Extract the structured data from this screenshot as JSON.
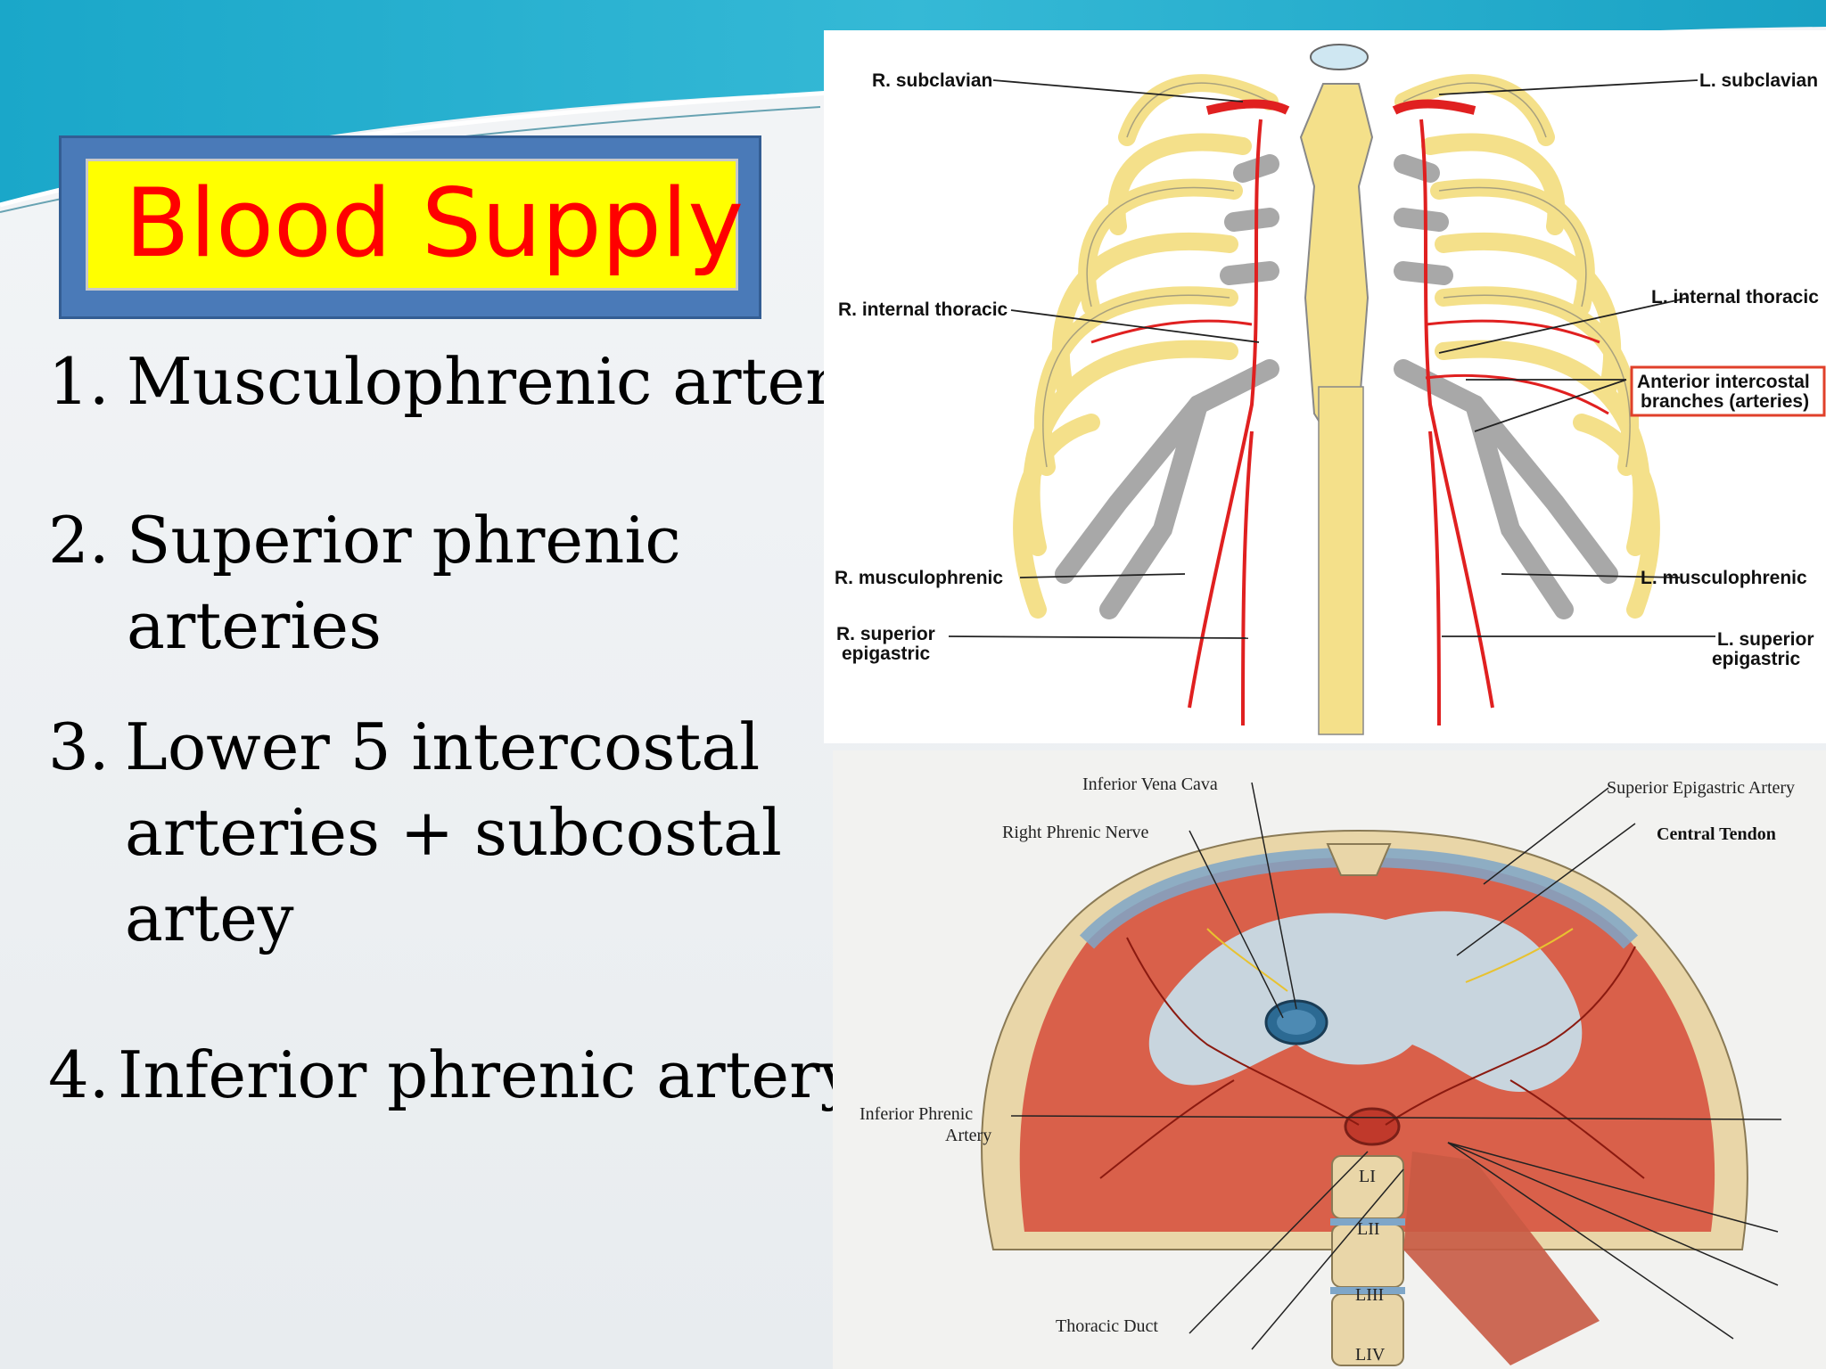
{
  "title": "Blood Supply",
  "list": [
    {
      "num": "1.",
      "lines": [
        "Musculophrenic artery"
      ]
    },
    {
      "num": "2.",
      "lines": [
        "Superior phrenic",
        "arteries"
      ]
    },
    {
      "num": "3.",
      "lines": [
        "Lower 5 intercostal",
        "arteries + subcostal",
        "artey"
      ]
    },
    {
      "num": "4.",
      "lines": [
        "Inferior phrenic artery"
      ]
    }
  ],
  "rib_cage": {
    "labels": {
      "r_subclavian": "R. subclavian",
      "l_subclavian": "L. subclavian",
      "r_internal_thoracic": "R. internal thoracic",
      "l_internal_thoracic": "L. internal thoracic",
      "anterior_intercostal_1": "Anterior intercostal",
      "anterior_intercostal_2": "branches (arteries)",
      "r_musculophrenic": "R. musculophrenic",
      "l_musculophrenic": "L. musculophrenic",
      "r_superior_1": "R. superior",
      "r_superior_2": "epigastric",
      "l_superior_1": "L. superior",
      "l_superior_2": "epigastric"
    }
  },
  "diaphragm": {
    "labels": {
      "ivc": "Inferior Vena Cava",
      "superior_epigastric": "Superior Epigastric Artery",
      "right_phrenic_nerve": "Right Phrenic Nerve",
      "central_tendon": "Central Tendon",
      "inferior_phrenic_1": "Inferior Phrenic",
      "inferior_phrenic_2": "Artery",
      "thoracic_duct": "Thoracic Duct",
      "l1": "LI",
      "l2": "LII",
      "l3": "LIII",
      "l4": "LIV"
    }
  },
  "colors": {
    "title_text": "#ff0000",
    "title_fill": "#ffff00",
    "title_frame": "#4a7ab8",
    "bone": "#f4e08a",
    "cartilage": "#a8a8a8",
    "artery": "#e02020",
    "muscle": "#d9604a",
    "tendon": "#c7dbe6"
  }
}
